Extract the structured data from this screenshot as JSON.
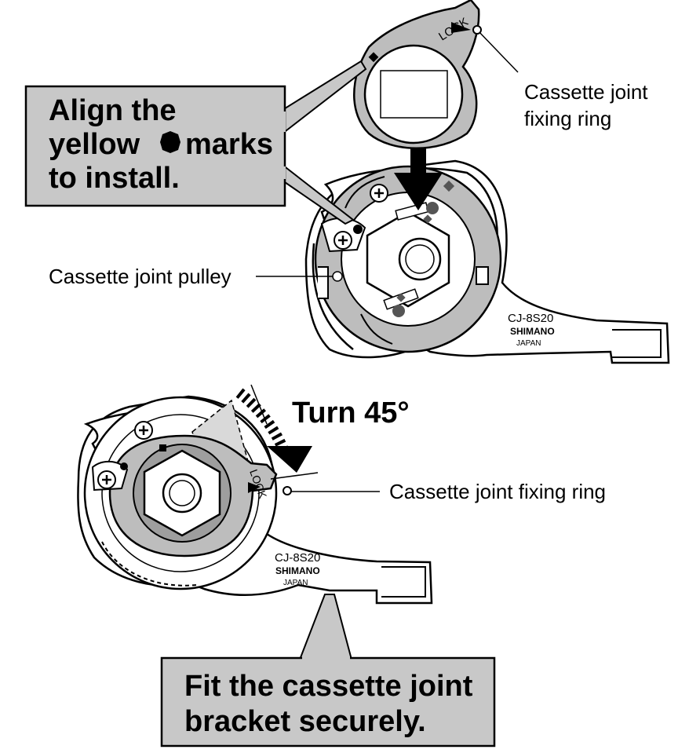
{
  "top": {
    "callout_line1": "Align the",
    "callout_line2_a": "yellow",
    "callout_line2_b": "marks",
    "callout_line3": "to install.",
    "fixing_ring_label_line1": "Cassette joint",
    "fixing_ring_label_line2": "fixing ring",
    "pulley_label": "Cassette joint pulley",
    "ring_lock_text": "LOCK",
    "bracket_model": "CJ-8S20",
    "bracket_brand": "SHIMANO",
    "bracket_origin": "JAPAN"
  },
  "bottom": {
    "turn_label": "Turn 45°",
    "fixing_ring_label": "Cassette joint fixing ring",
    "ring_lock_text": "LOCK",
    "bracket_model": "CJ-8S20",
    "bracket_brand": "SHIMANO",
    "bracket_origin": "JAPAN",
    "callout_line1": "Fit the cassette joint",
    "callout_line2": "bracket securely."
  },
  "colors": {
    "callout_fill": "#c8c8c8",
    "part_gray": "#bdbdbd",
    "part_light": "#d9d9d9",
    "outline": "#000000",
    "dark_mark": "#555555"
  }
}
